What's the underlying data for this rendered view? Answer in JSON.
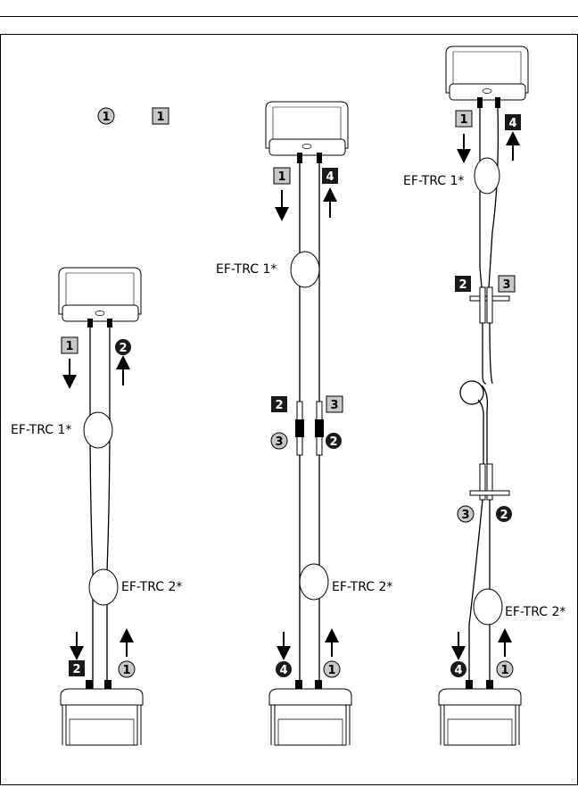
{
  "legend": {
    "circle_label": "1",
    "square_label": "1"
  },
  "setups": [
    {
      "adapter_top": "EF-TRC 1*",
      "adapter_bottom": "EF-TRC 2*",
      "marks": {
        "top_left": "1",
        "top_right": "2",
        "bottom_left": "2",
        "bottom_right": "1"
      }
    },
    {
      "adapter_top": "EF-TRC 1*",
      "adapter_bottom": "EF-TRC 2*",
      "marks": {
        "top_left": "1",
        "top_right": "4",
        "mid_left": "2",
        "mid_right": "3",
        "mid2_left": "3",
        "mid2_right": "2",
        "bottom_left": "4",
        "bottom_right": "1"
      }
    },
    {
      "adapter_top": "EF-TRC 1*",
      "adapter_bottom": "EF-TRC 2*",
      "marks": {
        "top_left": "1",
        "top_right": "4",
        "mid_left": "2",
        "mid_right": "3",
        "mid2_left": "3",
        "mid2_right": "2",
        "bottom_left": "4",
        "bottom_right": "1"
      }
    }
  ],
  "colors": {
    "light_fill": "#c8c8c8",
    "dark_fill": "#1a1a1a",
    "line": "#000000"
  }
}
